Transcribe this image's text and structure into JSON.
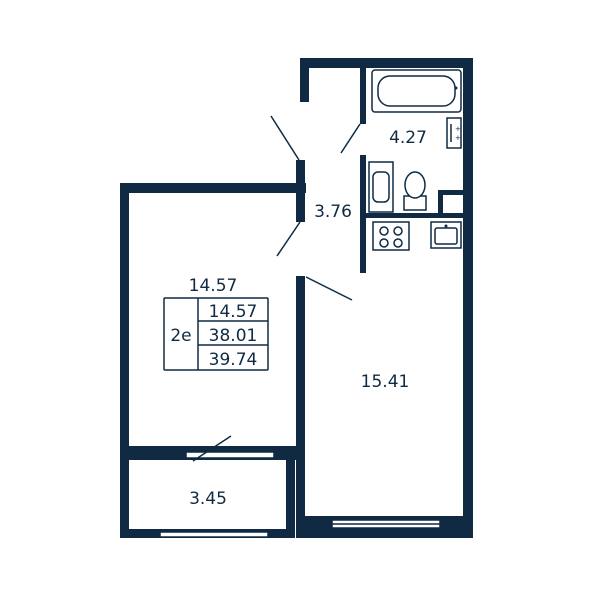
{
  "plan": {
    "rooms": {
      "room": {
        "area": "14.57"
      },
      "balcony": {
        "area": "3.45"
      },
      "hall": {
        "area": "3.76"
      },
      "bathroom": {
        "area": "4.27"
      },
      "kitchen_living": {
        "area": "15.41"
      }
    },
    "summary": {
      "type": "2е",
      "living_area": "14.57",
      "total_area": "38.01",
      "total_with_balcony": "39.74"
    },
    "colors": {
      "wall": "#0f2a42",
      "background": "#ffffff"
    }
  }
}
